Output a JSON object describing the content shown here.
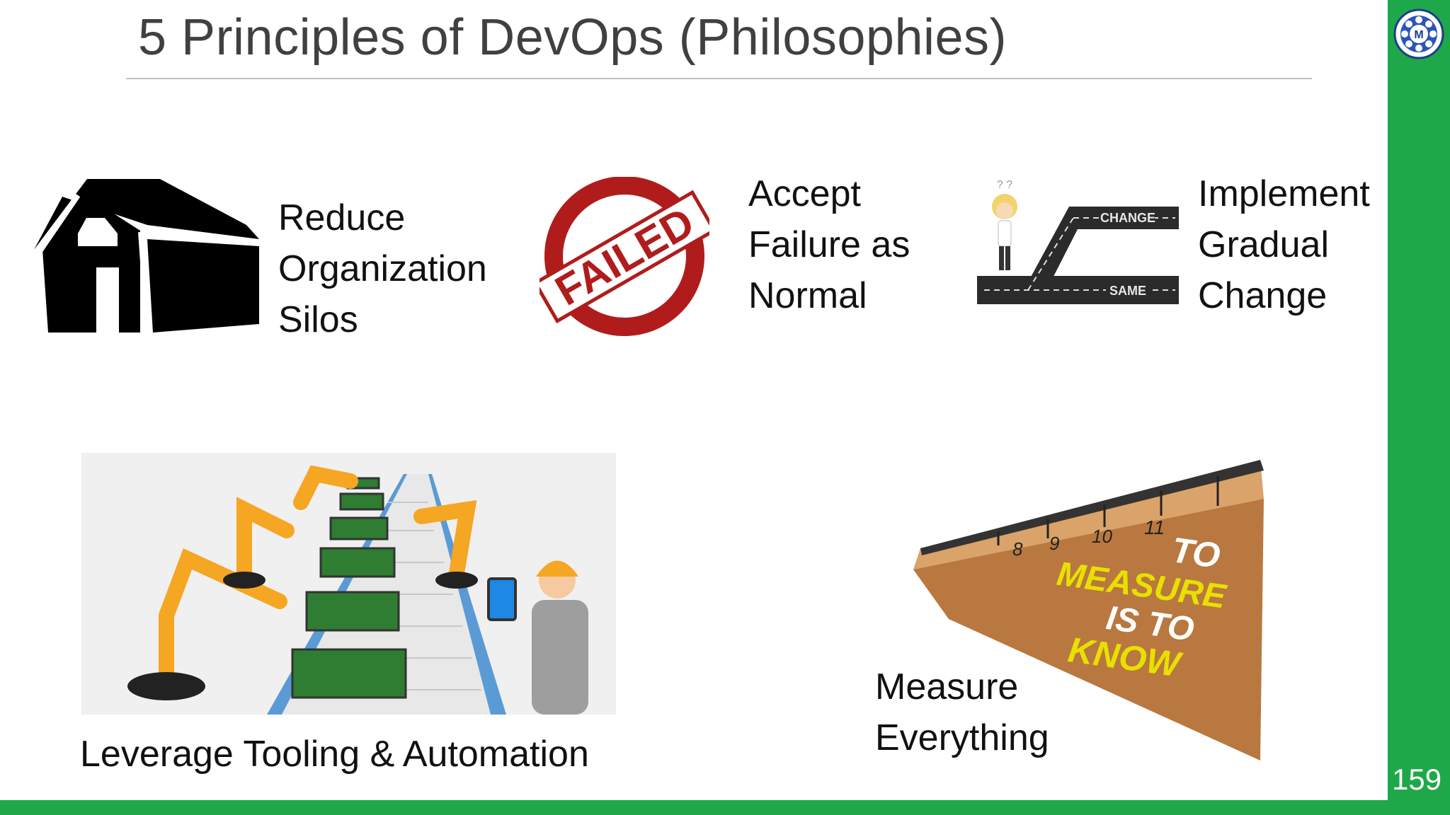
{
  "slide": {
    "title": "5 Principles of DevOps (Philosophies)",
    "page_number": "159",
    "accent_color": "#1fa84a",
    "logo": {
      "icon": "college-seal-icon",
      "letter": "M"
    }
  },
  "principles": [
    {
      "id": "silos",
      "lines": [
        "Reduce",
        "Organization",
        "Silos"
      ],
      "icon": "barn-icon"
    },
    {
      "id": "failure",
      "lines": [
        "Accept",
        "Failure as",
        "Normal"
      ],
      "icon": "failed-stamp-icon",
      "stamp_text": "FAILED"
    },
    {
      "id": "change",
      "lines": [
        "Implement",
        "Gradual",
        "Change"
      ],
      "icon": "road-fork-icon",
      "road_upper": "CHANGE",
      "road_lower": "SAME"
    },
    {
      "id": "tooling",
      "text": "Leverage Tooling & Automation",
      "icon": "assembly-line-icon"
    },
    {
      "id": "measure",
      "lines": [
        "Measure",
        "Everything"
      ],
      "icon": "ruler-icon",
      "ruler_numbers": [
        "8",
        "9",
        "10",
        "11"
      ],
      "ruler_slogan": [
        "TO",
        "MEASURE",
        "IS TO",
        "KNOW"
      ]
    }
  ]
}
